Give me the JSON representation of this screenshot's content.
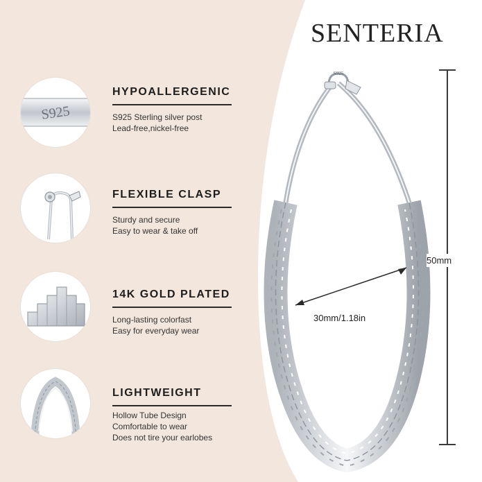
{
  "brand": "SENTERIA",
  "features": [
    {
      "title": "HYPOALLERGENIC",
      "lines": [
        "S925 Sterling silver post",
        "Lead-free,nickel-free"
      ],
      "thumb_text": "S925",
      "icon": "s925-stamp-icon"
    },
    {
      "title": "FLEXIBLE CLASP",
      "lines": [
        "Sturdy and secure",
        "Easy to wear & take off"
      ],
      "icon": "hinge-clasp-icon"
    },
    {
      "title": "14K GOLD PLATED",
      "lines": [
        "Long-lasting colorfast",
        "Easy for everyday wear"
      ],
      "icon": "stepped-metal-icon"
    },
    {
      "title": "LIGHTWEIGHT",
      "lines": [
        "Hollow Tube Design",
        "Comfortable to wear",
        "Does not tire your earlobes"
      ],
      "icon": "woven-chain-icon"
    }
  ],
  "product": {
    "stamp": "S925",
    "height_label": "50mm",
    "width_label": "30mm/1.18in"
  },
  "colors": {
    "background_accent": "#f3e6dc",
    "silver": "#c8ccd2",
    "text": "#1d1d1d"
  }
}
